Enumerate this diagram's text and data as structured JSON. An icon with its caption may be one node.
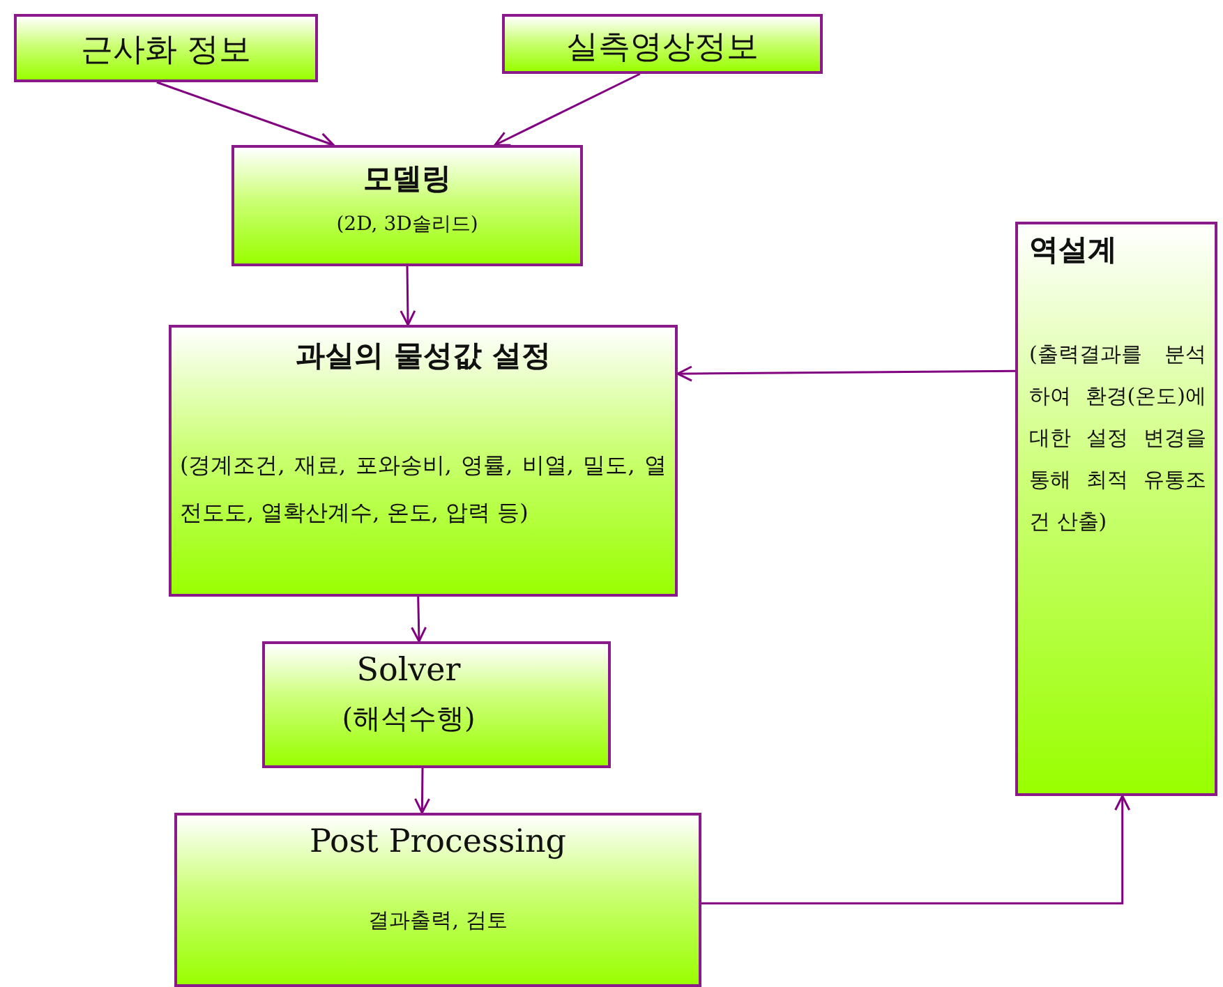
{
  "diagram": {
    "nodes": [
      {
        "text": [
          "근사화 정보"
        ]
      },
      {
        "text": [
          "실측영상정보"
        ]
      },
      {
        "text": [
          "모델링",
          "(2D, 3D솔리드)"
        ]
      },
      {
        "text": [
          "과실의 물성값 설정",
          "(경계조건, 재료, 포와송비, 영률, 비열, 밀도, 열전도도, 열확산계수, 온도, 압력 등)"
        ]
      },
      {
        "text": [
          "Solver",
          "(해석수행)"
        ]
      },
      {
        "text": [
          "Post Processing",
          "결과출력, 검토"
        ]
      },
      {
        "text": [
          "역설계",
          "(출력결과를 분석하여 환경(온도)에 대한 설정 변경을 통해 최적 유통조건 산출)"
        ]
      }
    ],
    "edges": [
      {
        "from": 0,
        "to": 2,
        "arrow": "to"
      },
      {
        "from": 1,
        "to": 2,
        "arrow": "to"
      },
      {
        "from": 2,
        "to": 3,
        "arrow": "to"
      },
      {
        "from": 3,
        "to": 4,
        "arrow": "to"
      },
      {
        "from": 4,
        "to": 5,
        "arrow": "to"
      },
      {
        "from": 5,
        "to": 6,
        "arrow": "to"
      },
      {
        "from": 6,
        "to": 3,
        "arrow": "to"
      }
    ]
  }
}
